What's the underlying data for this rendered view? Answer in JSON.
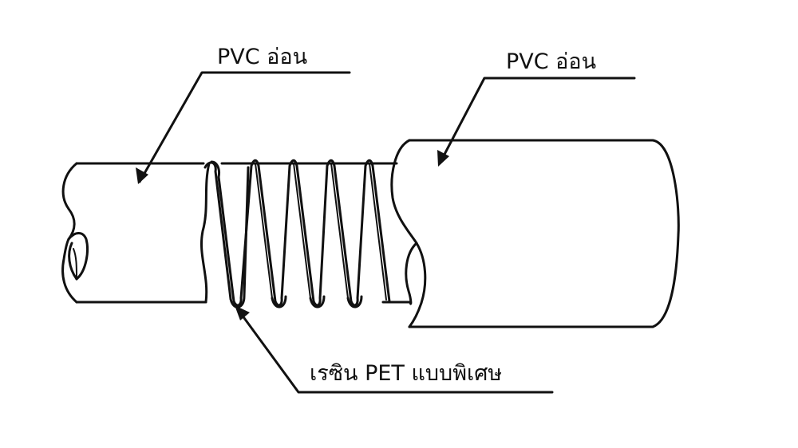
{
  "labels": {
    "pvc_left": "PVC อ่อน",
    "pvc_right": "PVC อ่อน",
    "reinforcement": "เรซิน PET แบบพิเศษ"
  },
  "colors": {
    "line": "#111111",
    "background": "#ffffff"
  }
}
